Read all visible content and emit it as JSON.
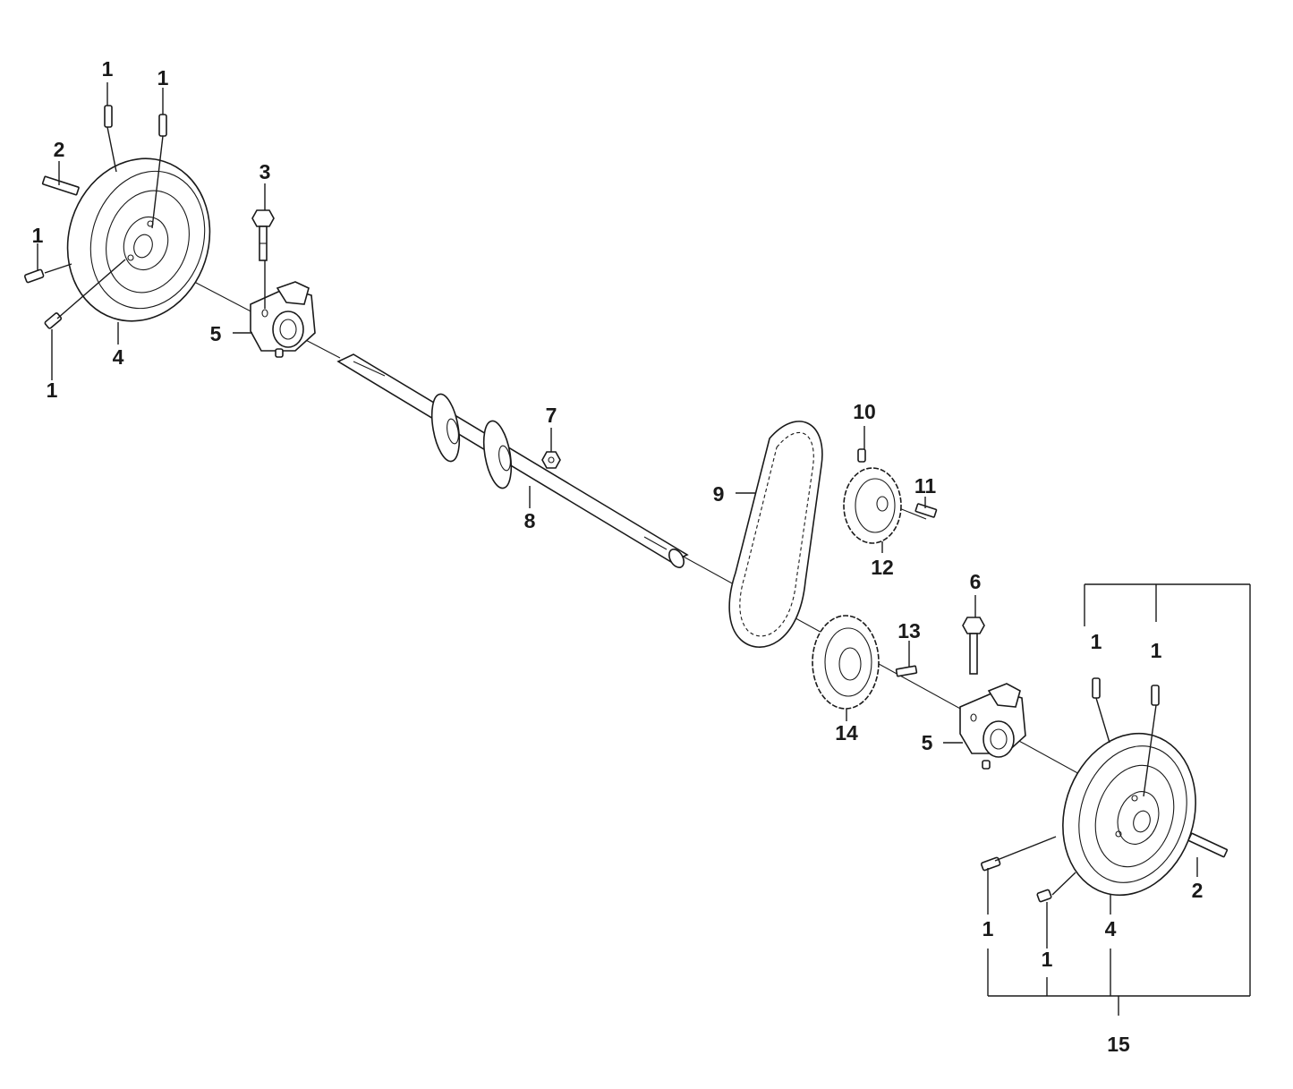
{
  "callouts": {
    "c1_a": "1",
    "c1_b": "1",
    "c1_c": "1",
    "c1_d": "1",
    "c2_left": "2",
    "c3": "3",
    "c4_left": "4",
    "c5_left": "5",
    "c6": "6",
    "c7": "7",
    "c8": "8",
    "c9": "9",
    "c10": "10",
    "c11": "11",
    "c12": "12",
    "c13": "13",
    "c14": "14",
    "c5_right": "5",
    "c1_e": "1",
    "c1_f": "1",
    "c1_g": "1",
    "c1_h": "1",
    "c2_right": "2",
    "c4_right": "4",
    "c15": "15"
  },
  "colors": {
    "ink": "#1a1a1a",
    "paper": "#ffffff"
  }
}
